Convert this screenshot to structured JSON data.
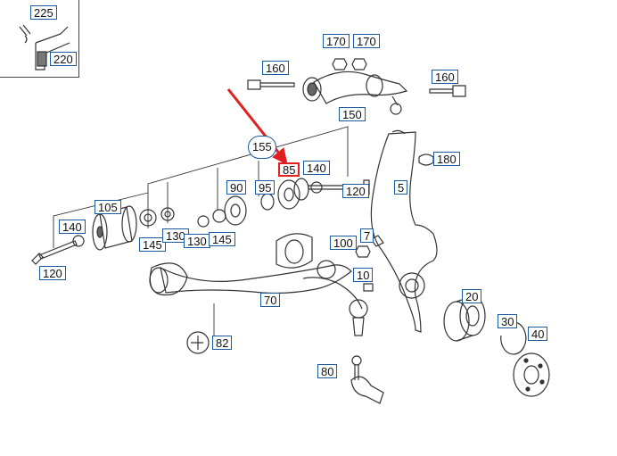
{
  "diagram": {
    "callouts": {
      "c225": "225",
      "c220": "220",
      "c170a": "170",
      "c170b": "170",
      "c160a": "160",
      "c160b": "160",
      "c150": "150",
      "c155": "155",
      "c85": "85",
      "c140a": "140",
      "c180": "180",
      "c5": "5",
      "c90": "90",
      "c95": "95",
      "c120a": "120",
      "c105": "105",
      "c140b": "140",
      "c145a": "145",
      "c130a": "130",
      "c130b": "130",
      "c145b": "145",
      "c100": "100",
      "c7": "7",
      "c10": "10",
      "c120b": "120",
      "c70": "70",
      "c20": "20",
      "c30": "30",
      "c40": "40",
      "c82": "82",
      "c80": "80"
    },
    "colors": {
      "box_border": "#1a5aa0",
      "highlight": "#e02020",
      "line": "#333333"
    }
  }
}
